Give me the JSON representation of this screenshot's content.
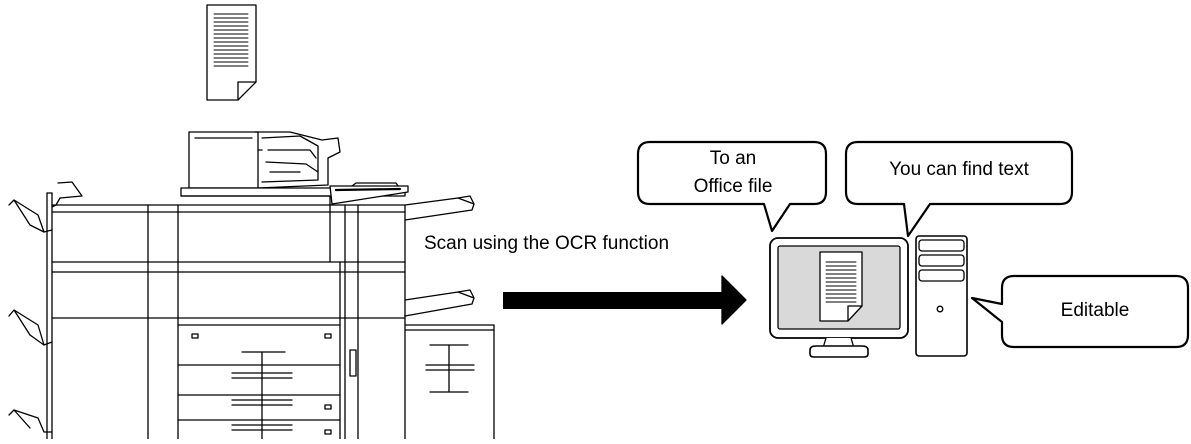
{
  "scan_label": "Scan using the OCR function",
  "bubbles": {
    "office": {
      "line1": "To an",
      "line2": "Office file"
    },
    "find": {
      "text": "You can find text"
    },
    "edit": {
      "text": "Editable"
    }
  },
  "icons": [
    "paper-document-icon",
    "multifunction-printer-icon",
    "arrow-right-icon",
    "computer-monitor-icon",
    "pc-tower-icon"
  ],
  "colors": {
    "stroke": "#000000",
    "screen_fill": "#d9d9d9",
    "background": "#ffffff"
  }
}
